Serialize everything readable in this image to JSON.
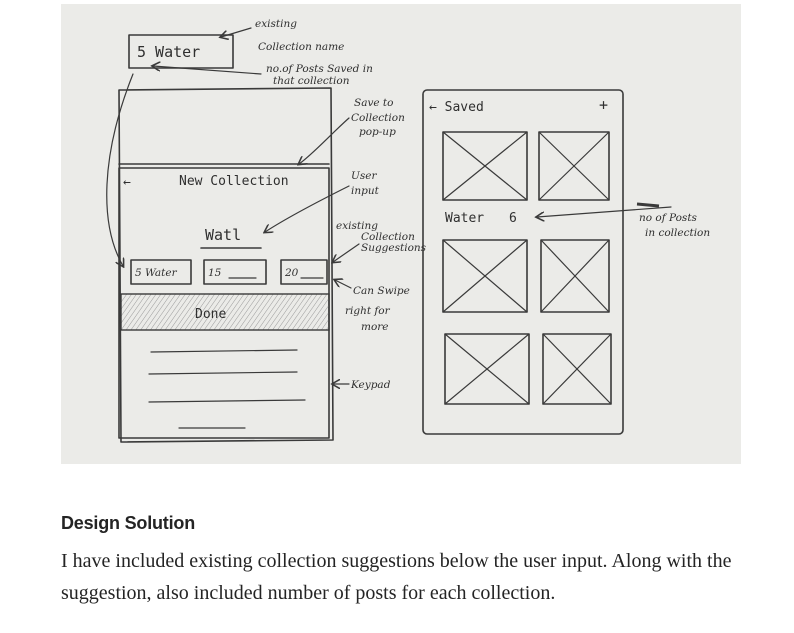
{
  "sketch": {
    "top_box_label": "5 Water",
    "note_existing_collection_name": [
      "existing",
      "Collection name"
    ],
    "note_posts_saved": [
      "no.of Posts Saved in",
      "that collection"
    ],
    "note_popup": [
      "Save to",
      "Collection",
      "pop-up"
    ],
    "note_user_input": [
      "User",
      "input"
    ],
    "note_suggestions": [
      "existing",
      "Collection",
      "Suggestions"
    ],
    "note_swipe": [
      "Can Swipe",
      "right for",
      "more"
    ],
    "note_keypad": "Keypad",
    "note_posts_in_collection": [
      "no of Posts",
      "in collection"
    ],
    "popup_back_arrow": "←",
    "popup_title": "New Collection",
    "popup_input_text": "Watl",
    "chip_1": "5 Water",
    "chip_2": "15",
    "chip_3": "20",
    "done_label": "Done",
    "saved_title": "← Saved",
    "saved_plus": "+",
    "collection_label": "Water",
    "collection_count": "6"
  },
  "article": {
    "heading": "Design Solution",
    "body": "I have included existing collection suggestions below the user input. Along with the suggestion, also included number of posts for each collection."
  }
}
